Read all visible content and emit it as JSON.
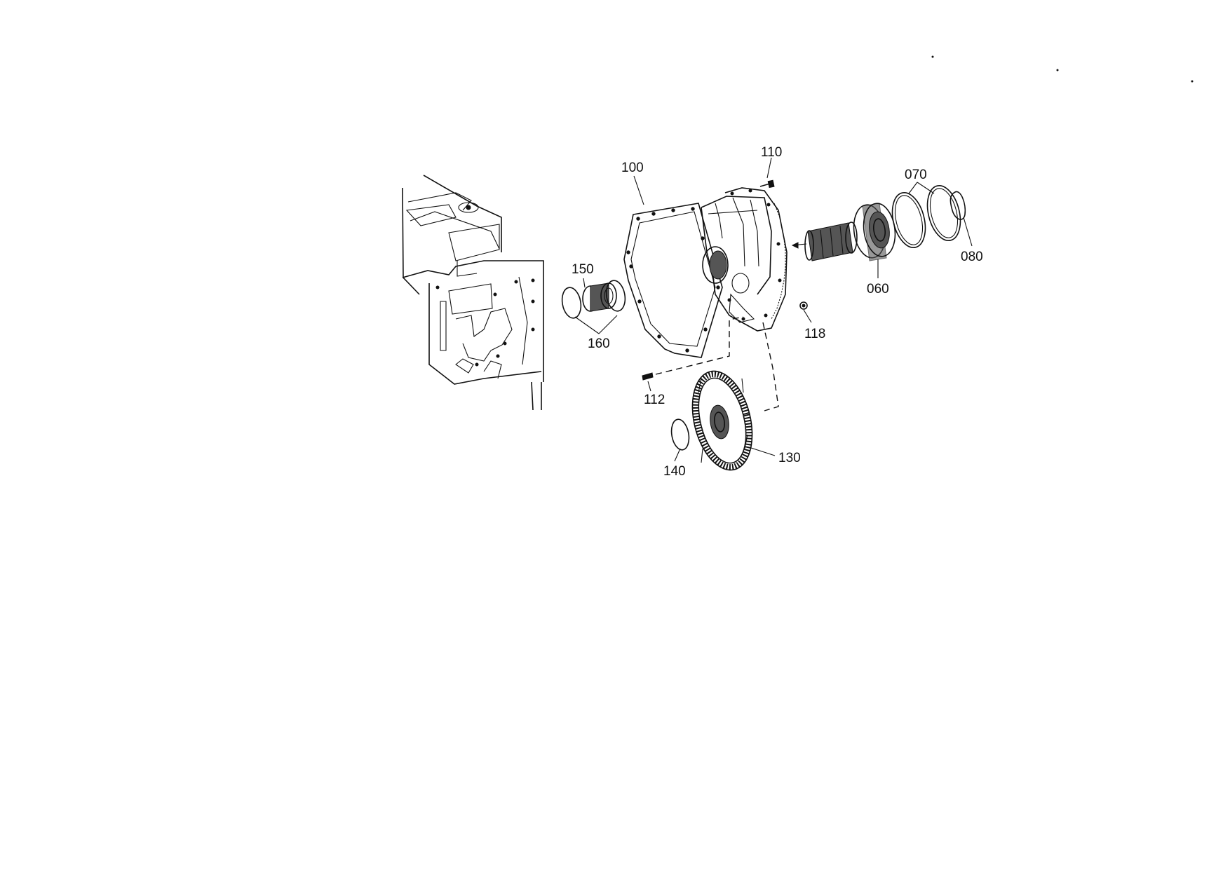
{
  "diagram": {
    "parts": [
      {
        "id": "p100",
        "label": "100",
        "name": "gasket"
      },
      {
        "id": "p110",
        "label": "110",
        "name": "screw"
      },
      {
        "id": "p070",
        "label": "070",
        "name": "shim ring"
      },
      {
        "id": "p080",
        "label": "080",
        "name": "retaining ring"
      },
      {
        "id": "p060",
        "label": "060",
        "name": "ball bearing"
      },
      {
        "id": "p150",
        "label": "150",
        "name": "bushing"
      },
      {
        "id": "p160",
        "label": "160",
        "name": "retaining ring"
      },
      {
        "id": "p118",
        "label": "118",
        "name": "plug"
      },
      {
        "id": "p112",
        "label": "112",
        "name": "stud"
      },
      {
        "id": "p130",
        "label": "130",
        "name": "gear"
      },
      {
        "id": "p140",
        "label": "140",
        "name": "snap ring"
      }
    ]
  }
}
